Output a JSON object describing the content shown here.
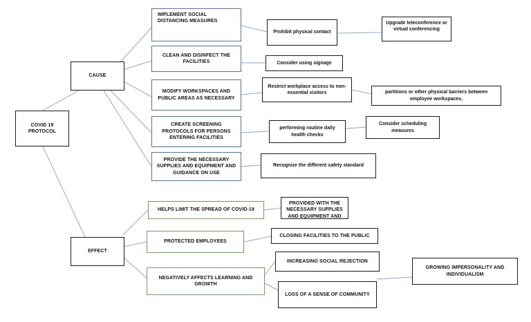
{
  "diagram": {
    "root": "COVID 19\nPROTOCOL",
    "cause": {
      "label": "CAUSE",
      "measures": [
        "IMPLEMENT SOCIAL DISTANCING MEASURES",
        "CLEAN AND DISINFECT THE FACILITIES",
        "MODIFY WORKSPACES AND PUBLIC AREAS AS NECESSARY",
        "CREATE SCREENING PROTOCOLS FOR PERSONS ENTERING FACILITIES",
        "PROVIDE THE NECESSARY SUPPLIES AND EQUIPMENT AND GUIDANCE ON USE"
      ],
      "details": [
        "Prohibit physical contact",
        "Consider using signage",
        "Restrict workplace access to non-essential visitors",
        "performing routine daily health checks",
        "Recognize the different safety standard"
      ],
      "subdetails": [
        "Upgrade teleconference or virtual conferencing",
        "partitions or other physical barriers between employee workspaces.",
        "Consider scheduling measures"
      ]
    },
    "effect": {
      "label": "EFFECT",
      "items": [
        "HELPS LIMIT THE SPREAD OF COVID-19",
        "PROTECTED EMPLOYEES",
        "NEGATIVELY AFFECTS LEARNING AND GROWTH"
      ],
      "details": [
        "PROVIDED WITH THE NECESSARY SUPPLIES AND EQUIPMENT AND",
        "CLOSING FACILITIES TO THE PUBLIC",
        "INCREASING SOCIAL REJECTION",
        "LOSS OF A SENSE OF COMMUNITY",
        "GROWING IMPERSONALITY AND INDIVIDUALISM"
      ]
    },
    "colors": {
      "connector": "#8eaad6",
      "cause_border": "#4f74a8",
      "effect_border": "#6aa84f",
      "plain_border": "#1a1a1a"
    }
  }
}
